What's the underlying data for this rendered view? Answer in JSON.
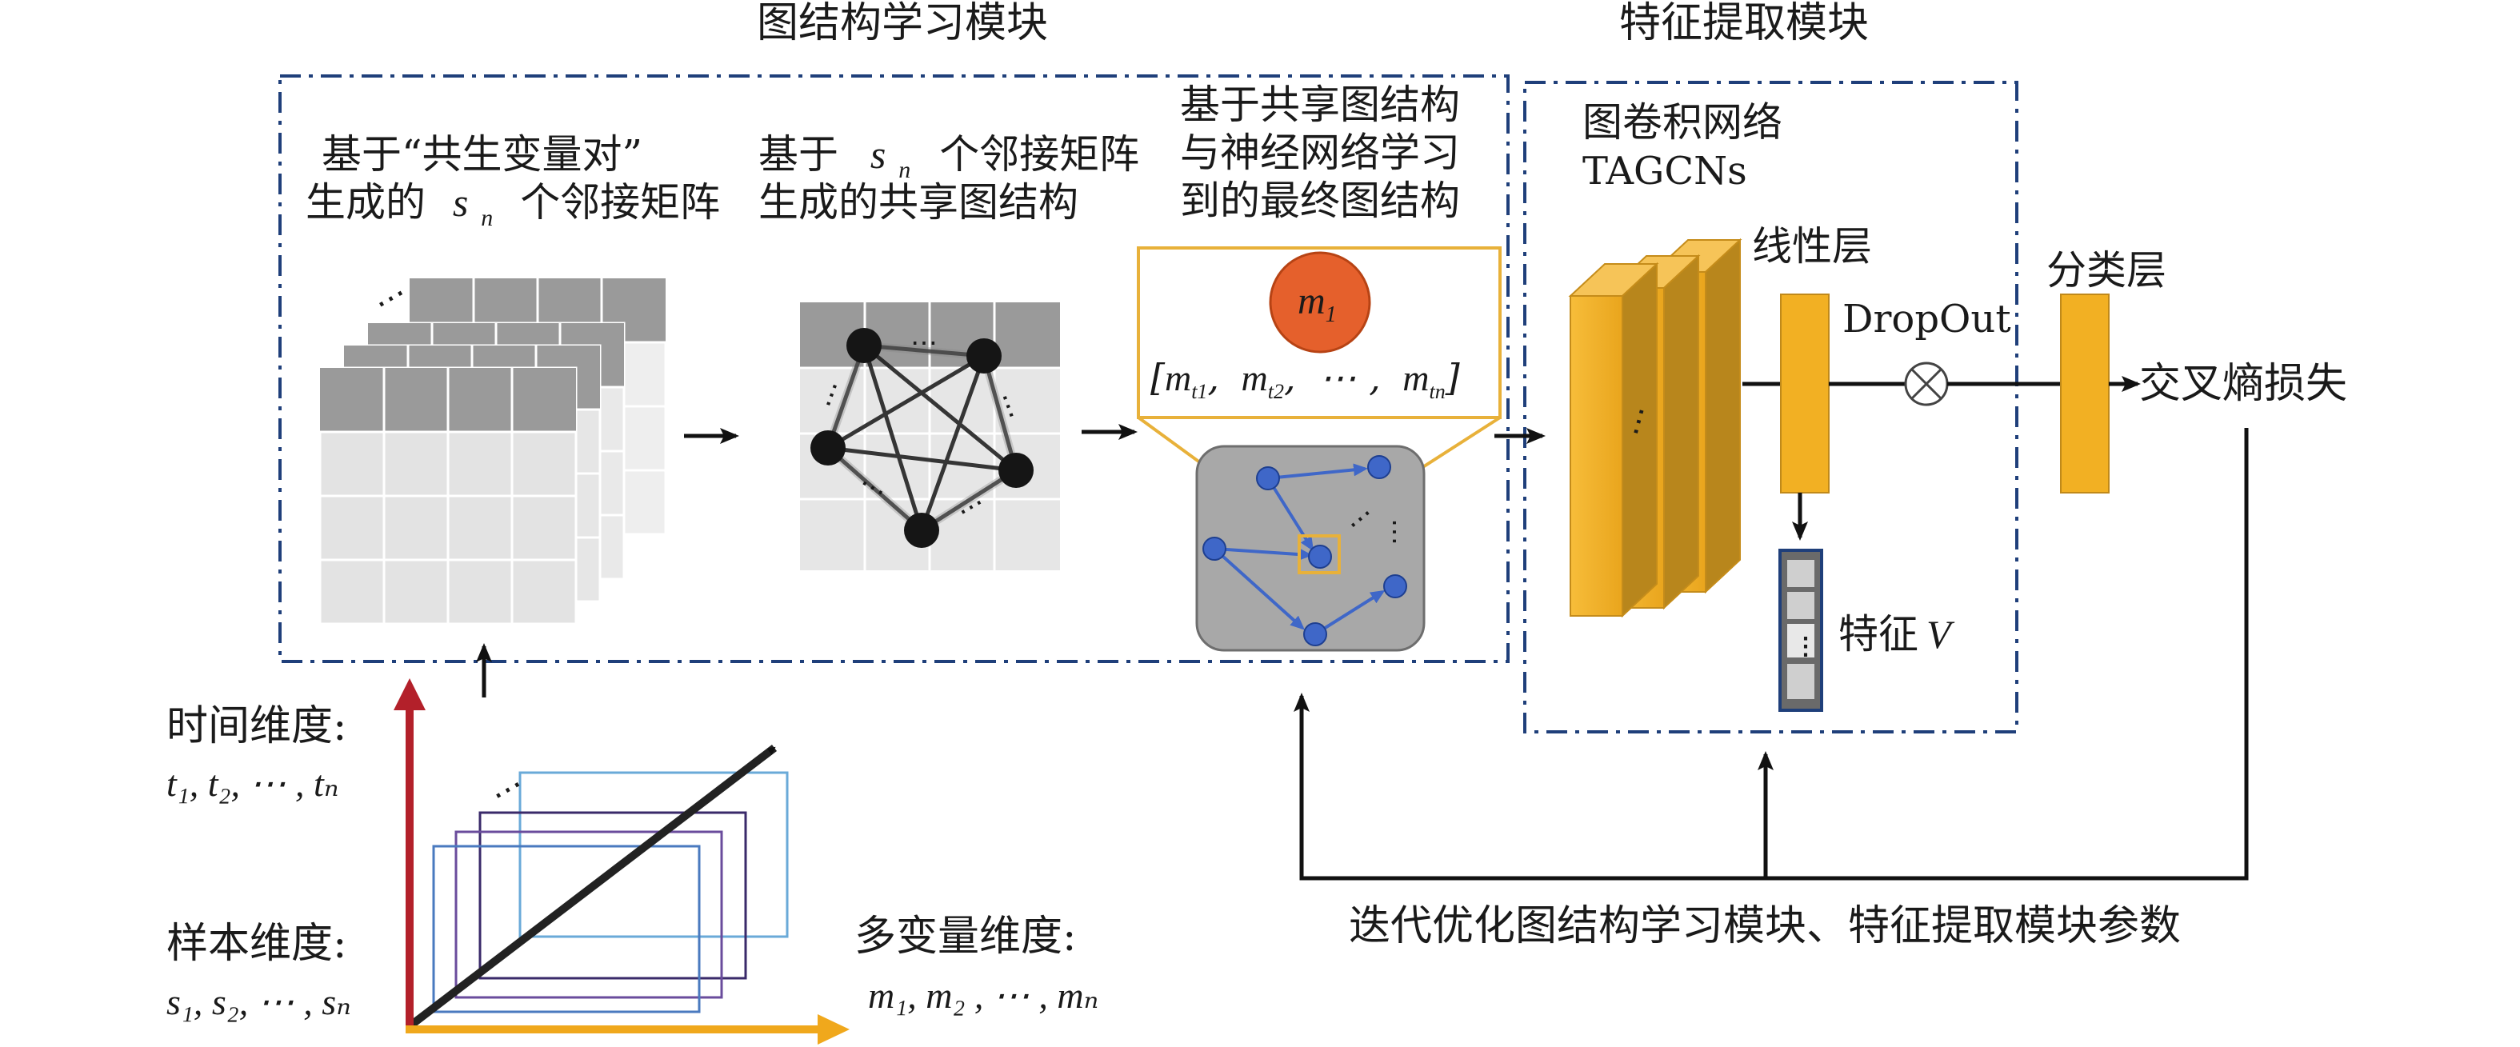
{
  "modules": {
    "graph_structure_title": "图结构学习模块",
    "feature_extraction_title": "特征提取模块"
  },
  "graph_module": {
    "step1": {
      "line1": "基于“共生变量对”",
      "line2_prefix": "生成的",
      "line2_var": "s",
      "line2_sub": "n",
      "line2_suffix": "个邻接矩阵"
    },
    "step2": {
      "line1_prefix": "基于",
      "line1_var": "s",
      "line1_sub": "n",
      "line1_suffix": "个邻接矩阵",
      "line2": "生成的共享图结构"
    },
    "step3": {
      "line1": "基于共享图结构",
      "line2": "与神经网络学习",
      "line3": "到的最终图结构"
    },
    "node": {
      "var": "m",
      "sub": "1"
    },
    "time_series": "[m_{t1}, m_{t2}, ⋯ , m_{tn}]",
    "ellipsis": "⋯"
  },
  "feature_module": {
    "gcn_line1": "图卷积网络",
    "gcn_line2": "TAGCNs",
    "linear_label": "线性层",
    "dropout_label": "DropOut",
    "classify_label": "分类层",
    "loss_label": "交叉熵损失",
    "feature_label": "特征",
    "feature_var": "V"
  },
  "input": {
    "time_label": "时间维度:",
    "time_values": "t₁, t₂, ⋯ , tₙ",
    "sample_label": "样本维度:",
    "sample_values": "s₁, s₂, ⋯ , sₙ",
    "multivar_label": "多变量维度:",
    "multivar_values": "m₁, m₂ , ⋯ , mₙ"
  },
  "feedback": {
    "label": "迭代优化图结构学习模块、特征提取模块参数"
  },
  "colors": {
    "module_border": "#1f3f7a",
    "gold": "#f2b023",
    "gold_dark": "#c0891a",
    "orange_node": "#e5602c",
    "blue_node": "#3f67c8",
    "frame_yellow": "#e8b13a",
    "axis_red": "#b3202a",
    "axis_orange": "#f0a81c",
    "gray_box": "#a8a8a8"
  }
}
